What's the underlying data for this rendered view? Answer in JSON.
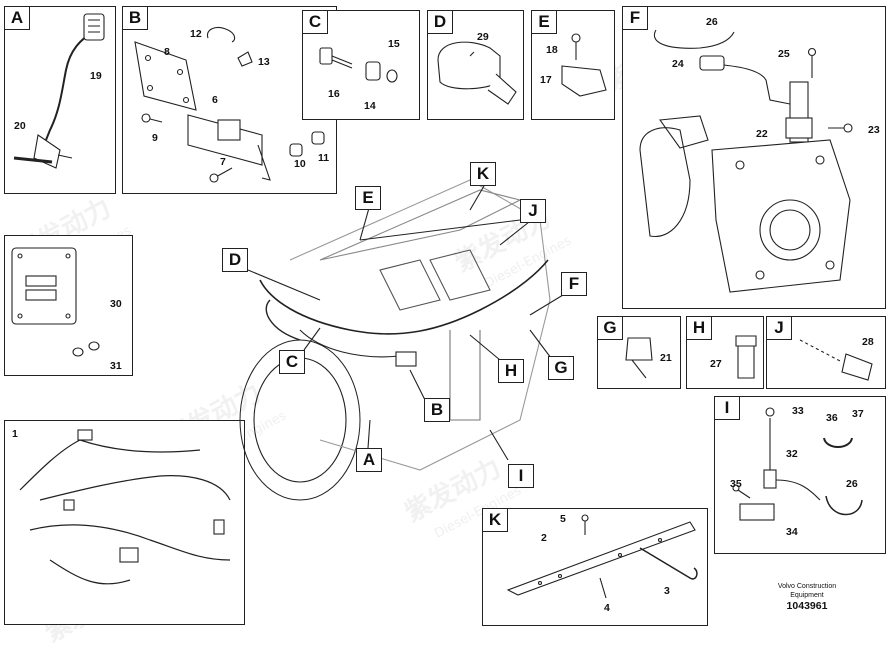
{
  "panels": {
    "A": {
      "tag": "A",
      "parts": [
        "19",
        "20"
      ]
    },
    "B": {
      "tag": "B",
      "parts": [
        "12",
        "13",
        "8",
        "6",
        "9",
        "7",
        "10",
        "11"
      ]
    },
    "C": {
      "tag": "C",
      "parts": [
        "15",
        "16",
        "14"
      ]
    },
    "D": {
      "tag": "D",
      "parts": [
        "29"
      ]
    },
    "E": {
      "tag": "E",
      "parts": [
        "18",
        "17"
      ]
    },
    "F": {
      "tag": "F",
      "parts": [
        "26",
        "25",
        "24",
        "22",
        "23"
      ]
    },
    "ecu": {
      "parts": [
        "30",
        "31"
      ]
    },
    "G": {
      "tag": "G",
      "parts": [
        "21"
      ]
    },
    "H": {
      "tag": "H",
      "parts": [
        "27"
      ]
    },
    "J": {
      "tag": "J",
      "parts": [
        "28"
      ]
    },
    "harness": {
      "parts": [
        "1"
      ]
    },
    "I": {
      "tag": "I",
      "parts": [
        "33",
        "36",
        "37",
        "32",
        "35",
        "26",
        "34"
      ]
    },
    "K": {
      "tag": "K",
      "parts": [
        "5",
        "2",
        "3",
        "4"
      ]
    }
  },
  "callouts": [
    "E",
    "K",
    "J",
    "D",
    "F",
    "C",
    "H",
    "G",
    "B",
    "A",
    "I"
  ],
  "footer": {
    "line1": "Volvo Construction",
    "line2": "Equipment",
    "docnum": "1043961"
  },
  "watermark": {
    "cn": "紫发动力",
    "en": "Diesel-Engines"
  }
}
